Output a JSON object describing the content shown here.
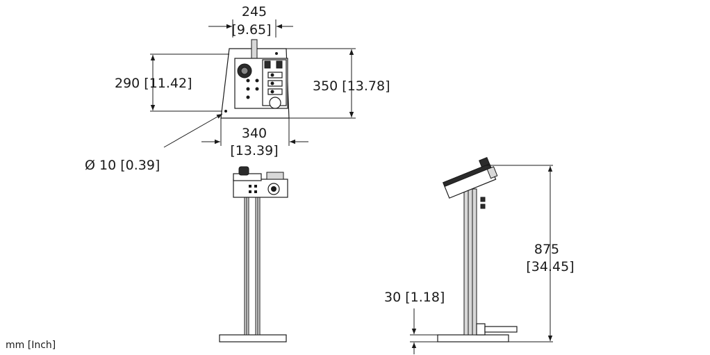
{
  "dimensions": {
    "top_width_mm": "245",
    "top_width_in": "[9.65]",
    "depth_left": "290 [11.42]",
    "height_right": "350 [13.78]",
    "base_width_mm": "340",
    "base_width_in": "[13.39]",
    "hole_diameter": "Ø 10 [0.39]",
    "total_height_mm": "875",
    "total_height_in": "[34.45]",
    "base_thickness": "30 [1.18]"
  },
  "units_label": "mm [Inch]",
  "colors": {
    "line": "#1a1a1a",
    "dark_fill": "#2b2b2b",
    "light_fill": "#d8d8d8"
  }
}
